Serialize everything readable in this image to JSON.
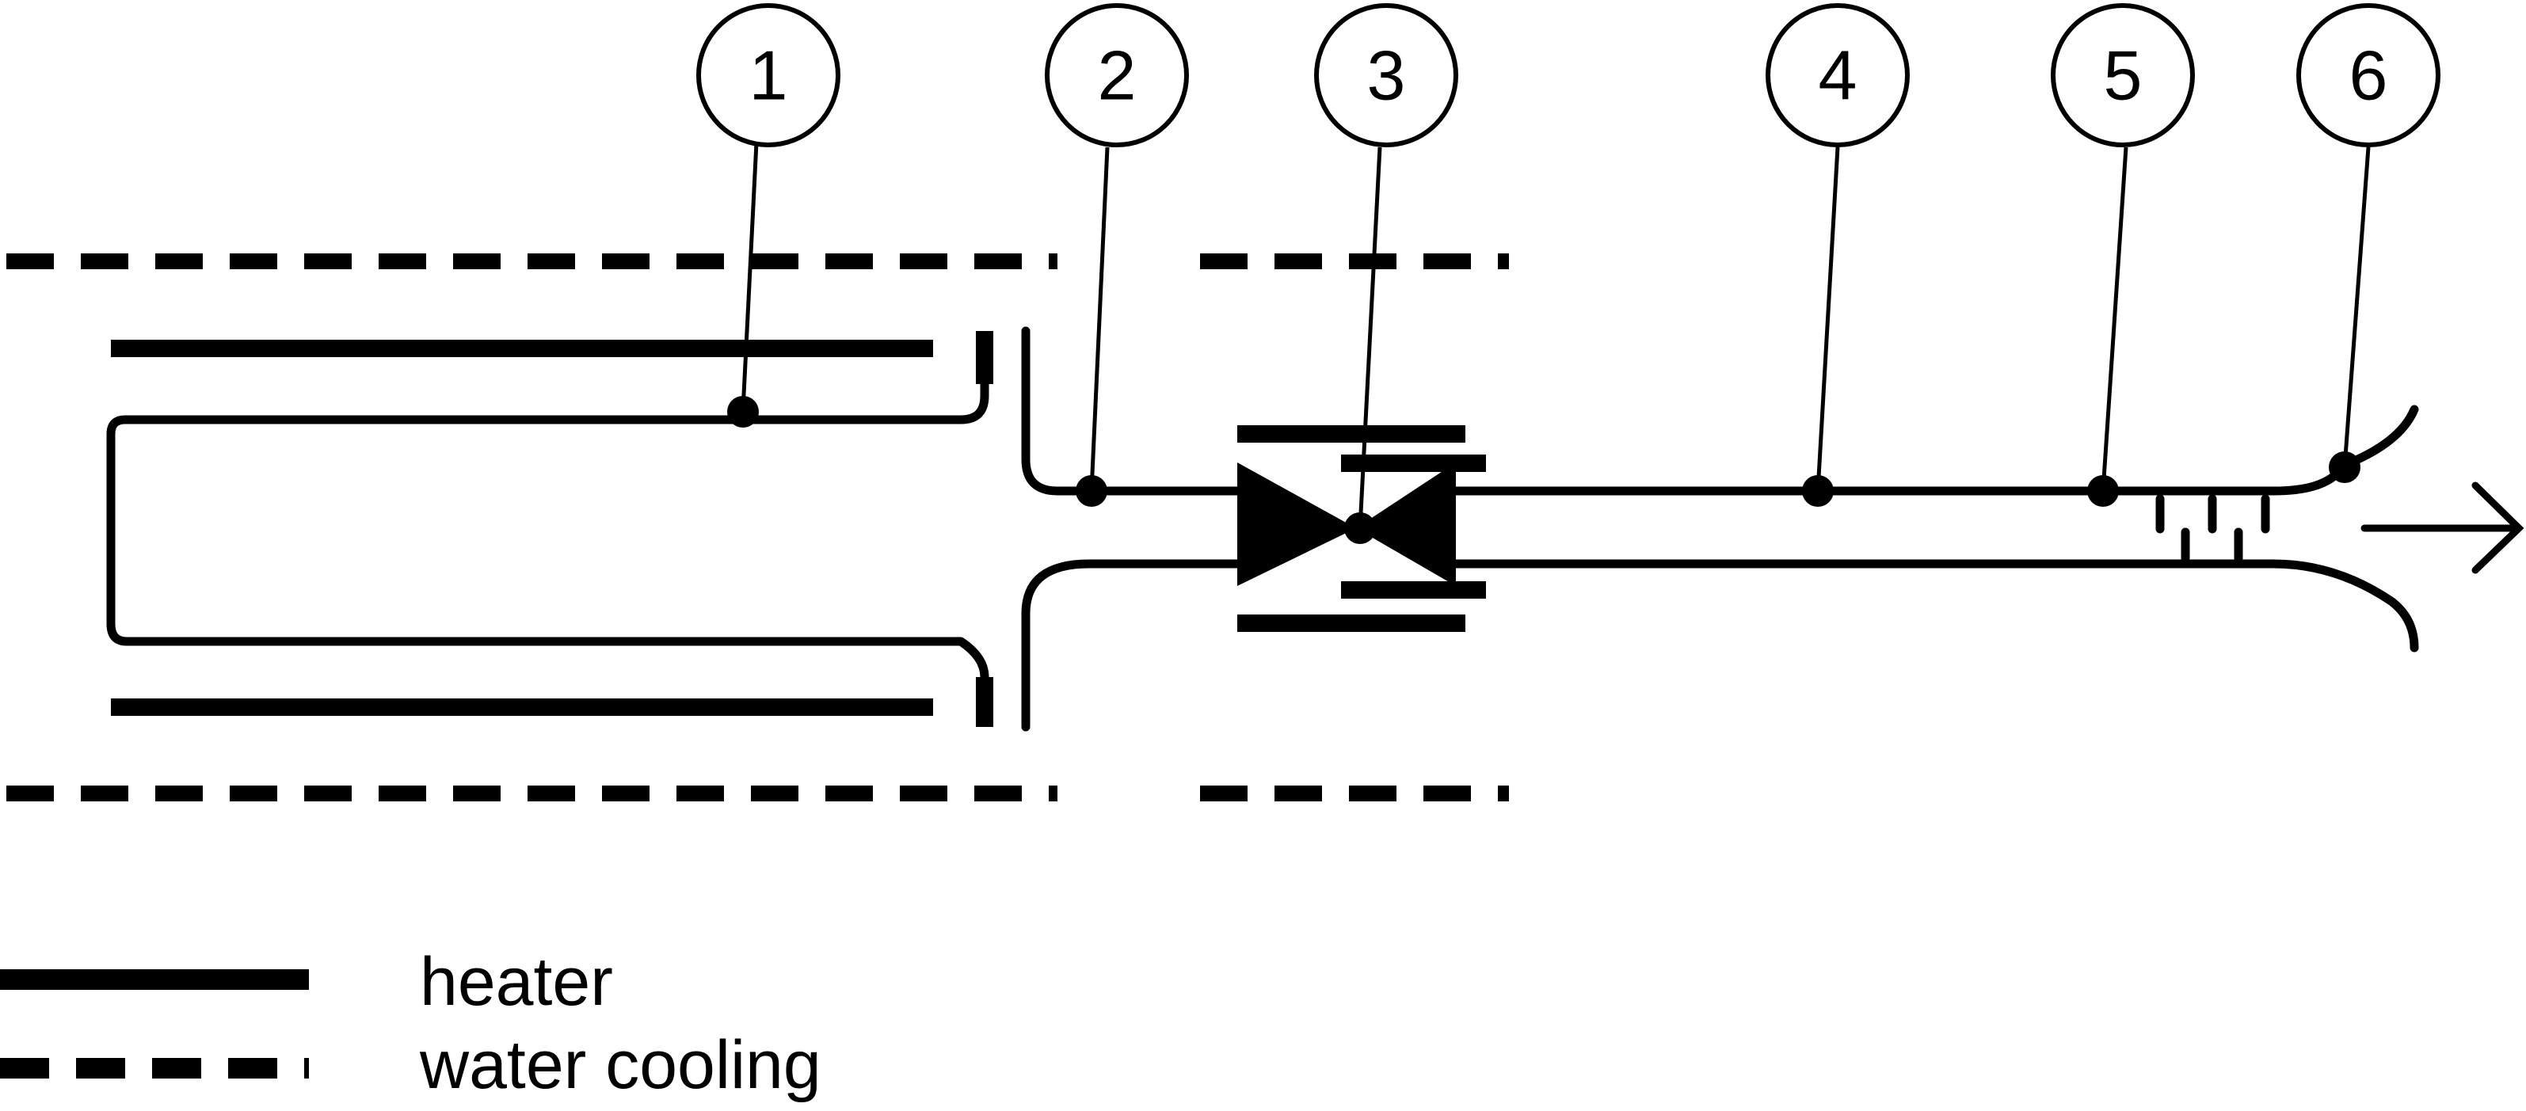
{
  "callouts": [
    {
      "label": "1"
    },
    {
      "label": "2"
    },
    {
      "label": "3"
    },
    {
      "label": "4"
    },
    {
      "label": "5"
    },
    {
      "label": "6"
    }
  ],
  "legend": {
    "heater": "heater",
    "water_cooling": "water cooling"
  },
  "colors": {
    "line": "#000000",
    "background": "#ffffff"
  },
  "icons": {
    "valve": "valve-icon",
    "flow_direction": "arrow-right-icon"
  }
}
